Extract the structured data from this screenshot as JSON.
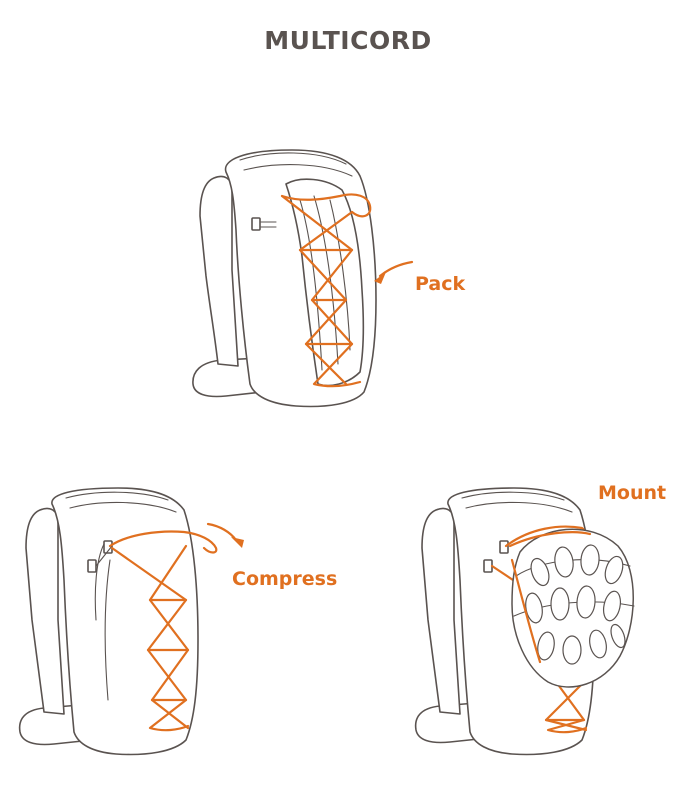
{
  "title": "MULTICORD",
  "labels": {
    "pack": "Pack",
    "compress": "Compress",
    "mount": "Mount"
  },
  "colors": {
    "cord": "#e07020",
    "outline": "#5a5350",
    "label": "#e07020"
  }
}
